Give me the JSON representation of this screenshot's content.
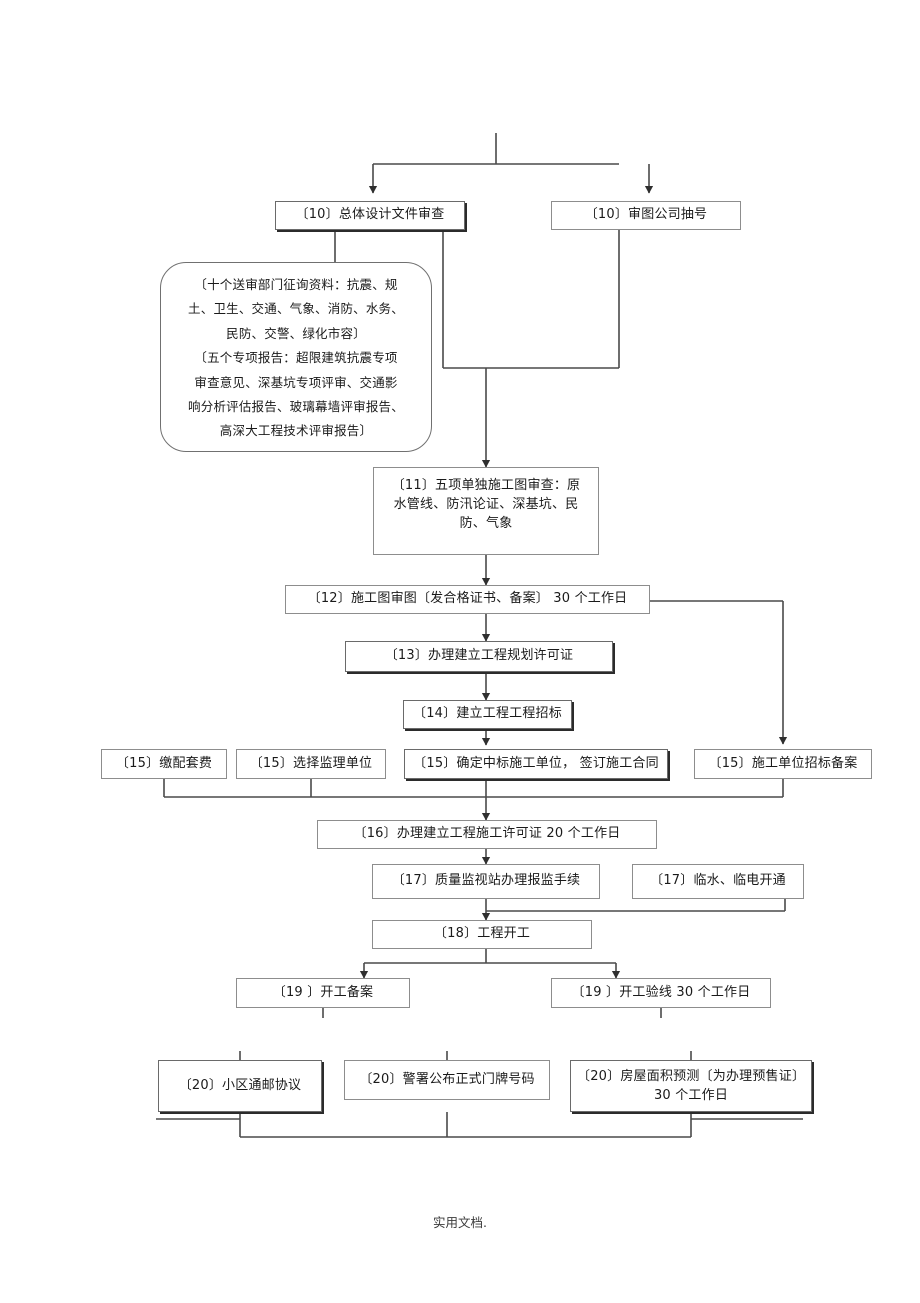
{
  "document": {
    "footer_note": "实用文档."
  },
  "flowchart": {
    "type": "process-flow-diagram",
    "nodes": [
      {
        "id": "n10a",
        "step": "〔10〕",
        "label": "〔10〕总体设计文件审查",
        "style": "heavy-rect"
      },
      {
        "id": "n10b",
        "step": "〔10〕",
        "label": "〔10〕审图公司抽号",
        "style": "rect"
      },
      {
        "id": "note",
        "style": "rounded-rect",
        "lines": [
          "〔十个送审部门征询资料：抗震、规",
          "土、卫生、交通、气象、消防、水务、",
          "民防、交警、绿化市容〕",
          "〔五个专项报告：超限建筑抗震专项",
          "审查意见、深基坑专项评审、交通影",
          "响分析评估报告、玻璃幕墙评审报告、",
          "高深大工程技术评审报告〕"
        ]
      },
      {
        "id": "n11",
        "step": "〔11〕",
        "style": "rect",
        "lines": [
          "〔11〕五项单独施工图审查：原",
          "水管线、防汛论证、深基坑、民",
          "防、气象"
        ]
      },
      {
        "id": "n12",
        "step": "〔12〕",
        "label": "〔12〕施工图审图〔发合格证书、备案〕    30 个工作日",
        "style": "rect"
      },
      {
        "id": "n13",
        "step": "〔13〕",
        "label": "〔13〕办理建立工程规划许可证",
        "style": "heavy-rect"
      },
      {
        "id": "n14",
        "step": "〔14〕",
        "label": "〔14〕建立工程工程招标",
        "style": "heavy-rect"
      },
      {
        "id": "n15a",
        "step": "〔15〕",
        "label": "〔15〕缴配套费",
        "style": "rect"
      },
      {
        "id": "n15b",
        "step": "〔15〕",
        "label": "〔15〕选择监理单位",
        "style": "rect"
      },
      {
        "id": "n15c",
        "step": "〔15〕",
        "label": "〔15〕确定中标施工单位，  签订施工合同",
        "style": "heavy-rect"
      },
      {
        "id": "n15d",
        "step": "〔15〕",
        "label": "〔15〕施工单位招标备案",
        "style": "rect"
      },
      {
        "id": "n16",
        "step": "〔16〕",
        "label": "〔16〕办理建立工程施工许可证    20 个工作日",
        "style": "rect"
      },
      {
        "id": "n17a",
        "step": "〔17〕",
        "label": "〔17〕质量监视站办理报监手续",
        "style": "rect"
      },
      {
        "id": "n17b",
        "step": "〔17〕",
        "label": "〔17〕临水、临电开通",
        "style": "rect"
      },
      {
        "id": "n18",
        "step": "〔18〕",
        "label": "〔18〕工程开工",
        "style": "rect"
      },
      {
        "id": "n19a",
        "step": "〔19〕",
        "label": "〔19 〕开工备案",
        "style": "rect"
      },
      {
        "id": "n19b",
        "step": "〔19〕",
        "label": "〔19 〕开工验线   30 个工作日",
        "style": "rect"
      },
      {
        "id": "n20a",
        "step": "〔20〕",
        "label": "〔20〕小区通邮协议",
        "style": "heavy-rect"
      },
      {
        "id": "n20b",
        "step": "〔20〕",
        "label": "〔20〕警署公布正式门牌号码",
        "style": "rect"
      },
      {
        "id": "n20c",
        "step": "〔20〕",
        "style": "heavy-rect",
        "lines": [
          "〔20〕房屋面积预测〔为办理预售证〕",
          "30 个工作日"
        ]
      }
    ],
    "colors": {
      "box_border": "#8d8d8d",
      "heavy_shadow": "#2b2b2b",
      "connector": "#4a4a4a",
      "background": "#ffffff",
      "text": "#1a1a1a"
    }
  }
}
